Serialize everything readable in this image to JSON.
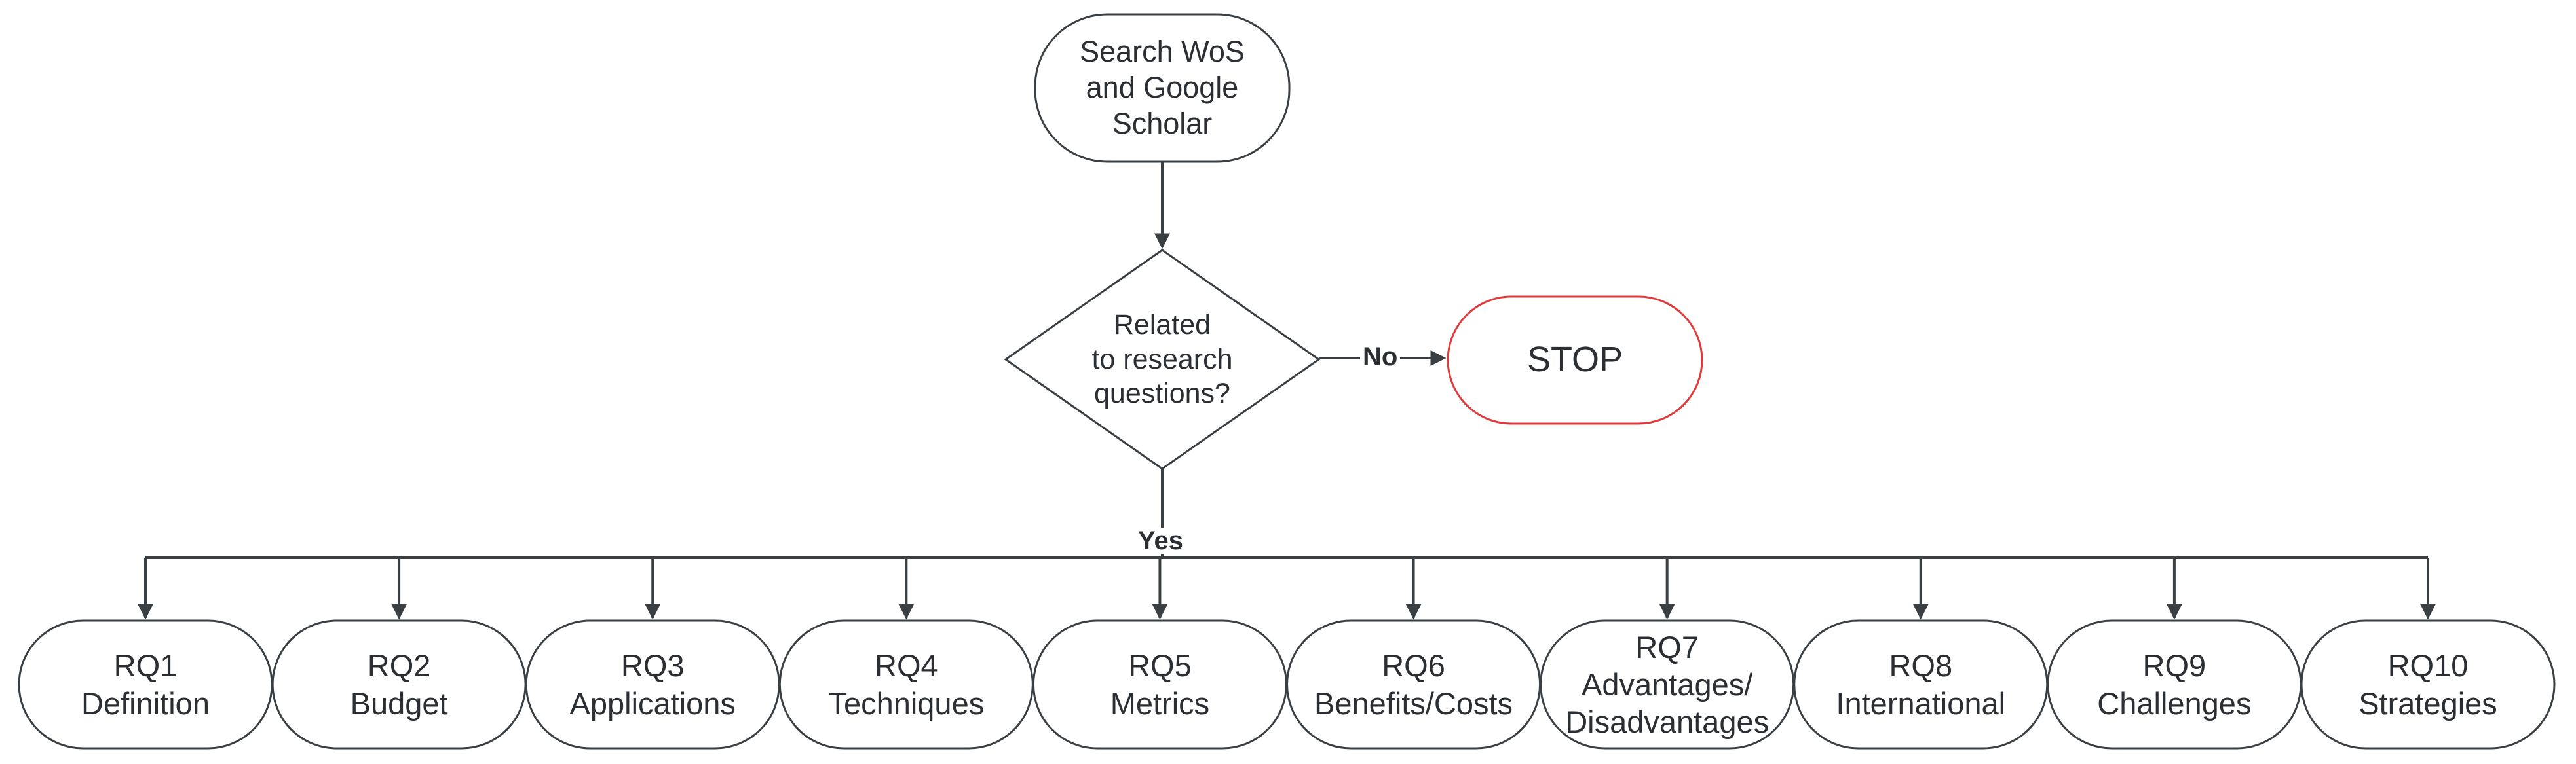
{
  "nodes": {
    "start": {
      "lines": [
        "Search WoS",
        "and Google",
        "Scholar"
      ]
    },
    "decision": {
      "lines": [
        "Related",
        "to research",
        "questions?"
      ]
    },
    "stop": {
      "lines": [
        "STOP"
      ]
    }
  },
  "edges": {
    "no": "No",
    "yes": "Yes"
  },
  "rq": [
    {
      "id": "RQ1",
      "lines": [
        "RQ1",
        "Definition"
      ]
    },
    {
      "id": "RQ2",
      "lines": [
        "RQ2",
        "Budget"
      ]
    },
    {
      "id": "RQ3",
      "lines": [
        "RQ3",
        "Applications"
      ]
    },
    {
      "id": "RQ4",
      "lines": [
        "RQ4",
        "Techniques"
      ]
    },
    {
      "id": "RQ5",
      "lines": [
        "RQ5",
        "Metrics"
      ]
    },
    {
      "id": "RQ6",
      "lines": [
        "RQ6",
        "Benefits/Costs"
      ]
    },
    {
      "id": "RQ7",
      "lines": [
        "RQ7",
        "Advantages/",
        "Disadvantages"
      ]
    },
    {
      "id": "RQ8",
      "lines": [
        "RQ8",
        "International"
      ]
    },
    {
      "id": "RQ9",
      "lines": [
        "RQ9",
        "Challenges"
      ]
    },
    {
      "id": "RQ10",
      "lines": [
        "RQ10",
        "Strategies"
      ]
    }
  ],
  "colors": {
    "stroke": "#3a3f44",
    "stop_stroke": "#e03b3b",
    "text": "#2b2f33"
  }
}
